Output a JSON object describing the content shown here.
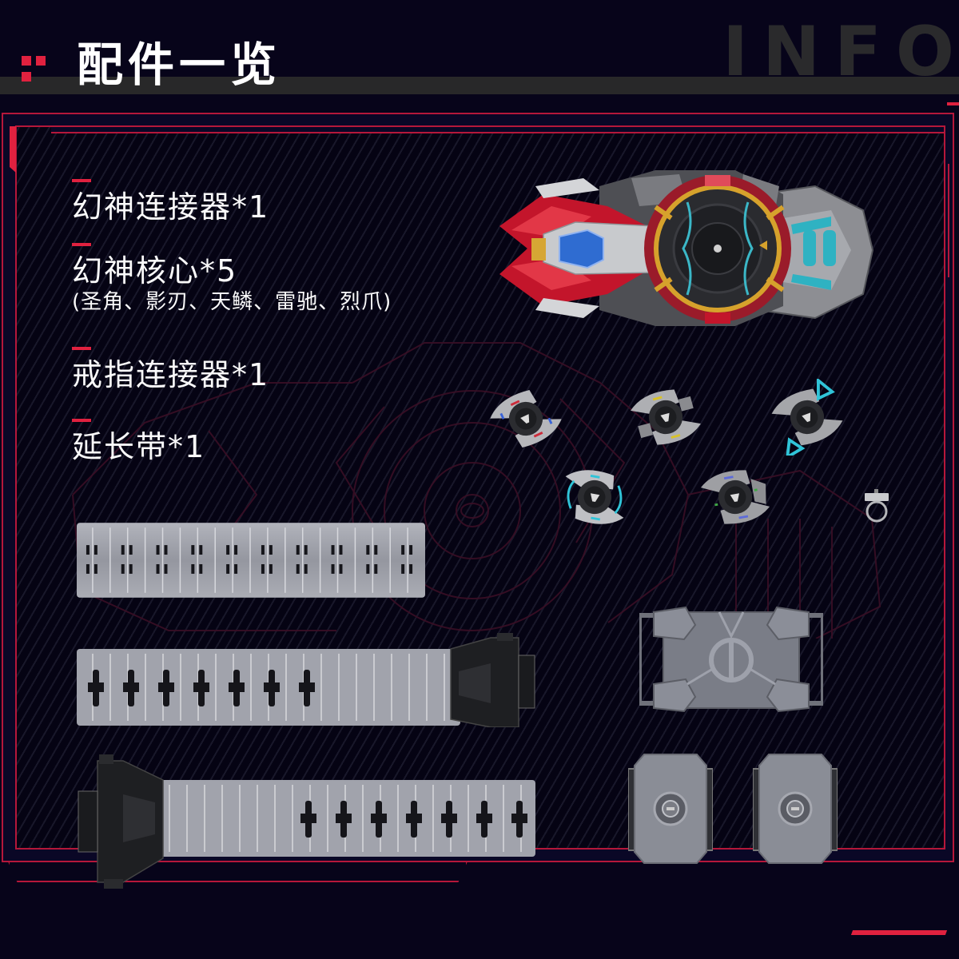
{
  "header": {
    "title": "配件一览",
    "watermark": "INFO"
  },
  "accessories": [
    {
      "label": "幻神连接器*1",
      "name": "幻神连接器",
      "quantity": 1
    },
    {
      "label": "幻神核心*5",
      "name": "幻神核心",
      "quantity": 5,
      "sub": "(圣角、影刃、天鳞、雷驰、烈爪)",
      "variants": [
        "圣角",
        "影刃",
        "天鳞",
        "雷驰",
        "烈爪"
      ]
    },
    {
      "label": "戒指连接器*1",
      "name": "戒指连接器",
      "quantity": 1
    },
    {
      "label": "延长带*1",
      "name": "延长带",
      "quantity": 1
    }
  ],
  "images": {
    "connector": "phantom-god-connector",
    "cores": [
      "core-red-blue",
      "core-yellow",
      "core-cyan-crystal",
      "core-cyan-wave",
      "core-blue-green"
    ],
    "ring": "ring-connector",
    "straps": [
      "extension-strap",
      "belt-strap-right-buckle",
      "belt-strap-left-buckle"
    ],
    "buckle": "belt-buckle-plate",
    "loops": [
      "belt-loop-left",
      "belt-loop-right"
    ]
  },
  "colors": {
    "accent": "#e0213f",
    "frame": "#b5173a",
    "background": "#07041a",
    "header_bar": "#282829",
    "text": "#fafafa"
  }
}
